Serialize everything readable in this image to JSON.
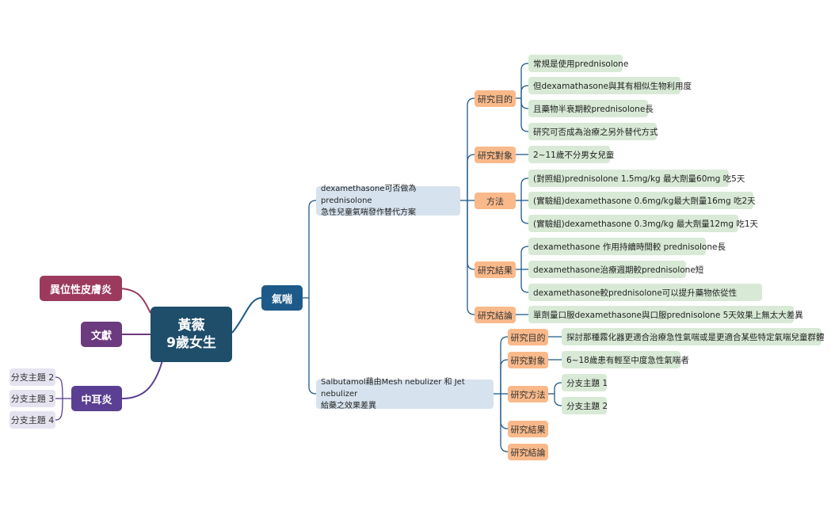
{
  "root": {
    "label": "黃薇\n9歲女生"
  },
  "main_topics": {
    "atopic_dermatitis": "異位性皮膚炎",
    "literature": "文獻",
    "otitis_media": "中耳炎",
    "asthma": "氣喘"
  },
  "otitis_subtopics": [
    "分支主題 2",
    "分支主題 3",
    "分支主題 4"
  ],
  "study1": {
    "title": "dexamethasone可否做為 prednisolone\n急性兒童氣喘發作替代方案",
    "purpose": {
      "label": "研究目的",
      "items": [
        "常規是使用prednisolone",
        "但dexamathasone與其有相似生物利用度",
        "且藥物半衰期較prednisolone長",
        "研究可否成為治療之另外替代方式"
      ]
    },
    "subjects": {
      "label": "研究對象",
      "items": [
        "2~11歲不分男女兒童"
      ]
    },
    "methods": {
      "label": "方法",
      "items": [
        "(對照組)prednisolone 1.5mg/kg 最大劑量60mg 吃5天",
        "(實驗組)dexamethasone 0.6mg/kg最大劑量16mg 吃2天",
        "(實驗組)dexamethasone 0.3mg/kg 最大劑量12mg 吃1天"
      ]
    },
    "results": {
      "label": "研究結果",
      "items": [
        "dexamethasone 作用持續時間較 prednisolone長",
        "dexamethasone治療週期較prednisolone短",
        "dexamethasone較prednisolone可以提升藥物依從性"
      ]
    },
    "conclusion": {
      "label": "研究結論",
      "items": [
        "單劑量口服dexamethasone與口服prednisolone 5天效果上無太大差異"
      ]
    }
  },
  "study2": {
    "title": "Salbutamol藉由Mesh nebulizer 和 Jet nebulizer\n給藥之效果差異",
    "purpose": {
      "label": "研究目的",
      "items": [
        "探討那種霧化器更適合治療急性氣喘或是更適合某些特定氣喘兒童群體"
      ]
    },
    "subjects": {
      "label": "研究對象",
      "items": [
        "6~18歲患有輕至中度急性氣喘者"
      ]
    },
    "methods": {
      "label": "研究方法",
      "items": [
        "分支主題 1",
        "分支主題 2"
      ]
    },
    "results": {
      "label": "研究結果",
      "items": []
    },
    "conclusion": {
      "label": "研究結論",
      "items": []
    }
  },
  "colors": {
    "root": "#1f4e6b",
    "atopic": "#9c3a5e",
    "literature": "#6c3a7e",
    "otitis": "#5b3f93",
    "asthma": "#1d5a8a",
    "category": "#f9b98a",
    "leaf": "#d8ead6",
    "topic": "#d6e3ee",
    "branch_line": "#1d5a8a"
  }
}
